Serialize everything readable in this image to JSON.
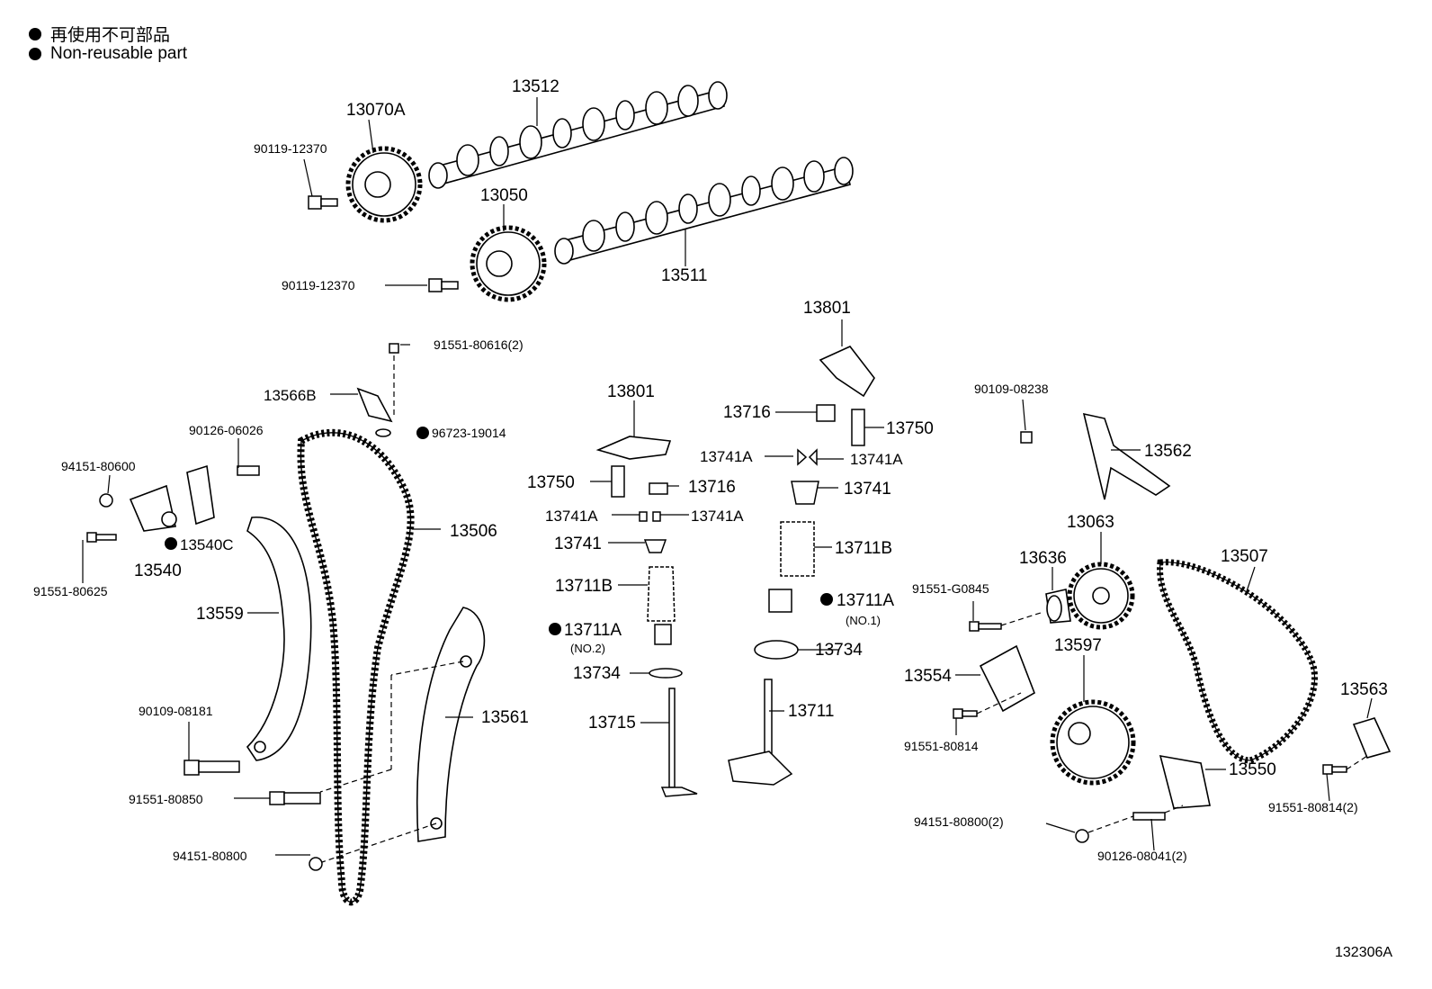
{
  "legend": {
    "ja": "再使用不可部品",
    "en": "Non-reusable part"
  },
  "diagram_code": "132306A",
  "part_labels": [
    "13512",
    "13070A",
    "90119-12370",
    "13050",
    "90119-12370",
    "13511",
    "91551-80616(2)",
    "13566B",
    "96723-19014",
    "90126-06026",
    "94151-80600",
    "13540C",
    "13540",
    "91551-80625",
    "13559",
    "13506",
    "13561",
    "90109-08181",
    "91551-80850",
    "94151-80800",
    "13801",
    "13750",
    "13716",
    "13741A",
    "13741A",
    "13741",
    "13711B",
    "13711A",
    "(NO.2)",
    "13734",
    "13715",
    "13801",
    "13716",
    "13750",
    "13741A",
    "13741A",
    "13741",
    "13711B",
    "13711A",
    "(NO.1)",
    "13734",
    "13711",
    "90109-08238",
    "13562",
    "13063",
    "13636",
    "91551-G0845",
    "13507",
    "13597",
    "13554",
    "91551-80814",
    "13563",
    "13550",
    "91551-80814(2)",
    "94151-80800(2)",
    "90126-08041(2)"
  ]
}
